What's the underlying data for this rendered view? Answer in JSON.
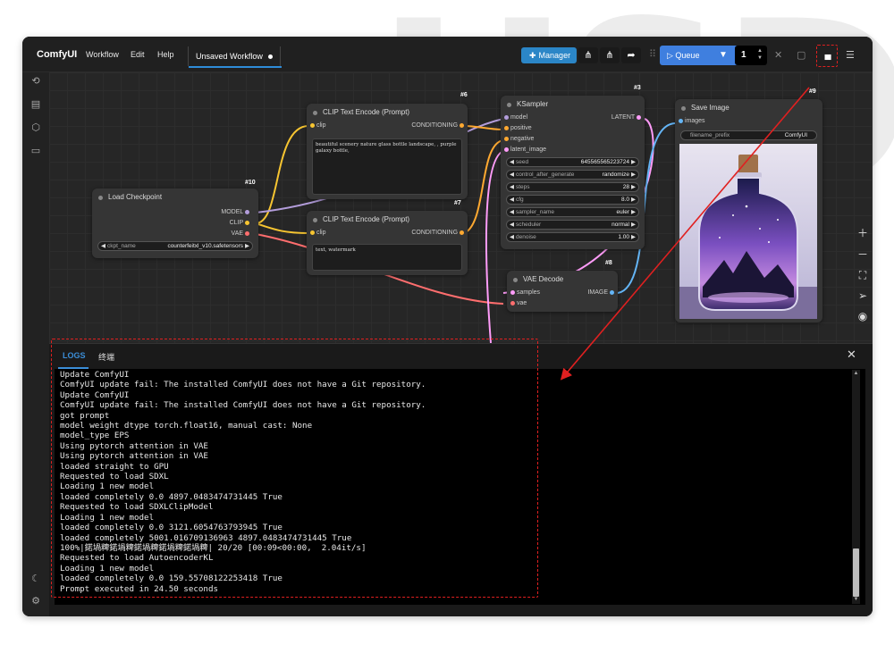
{
  "app": {
    "brand": "ComfyUI",
    "menu": [
      "Workflow",
      "Edit",
      "Help"
    ],
    "workflow_tab": "Unsaved Workflow"
  },
  "toolbar": {
    "manager_label": "Manager",
    "queue_label": "Queue",
    "queue_count": "1"
  },
  "nodes": {
    "load_checkpoint": {
      "title": "Load Checkpoint",
      "id": "#10",
      "outputs": [
        "MODEL",
        "CLIP",
        "VAE"
      ],
      "ckpt_label": "ckpt_name",
      "ckpt_value": "counterfeitxl_v10.safetensors"
    },
    "clip_pos": {
      "title": "CLIP Text Encode (Prompt)",
      "id": "#6",
      "input": "clip",
      "output": "CONDITIONING",
      "text": "beautiful scenery nature glass bottle landscape, , purple galaxy bottle,"
    },
    "clip_neg": {
      "title": "CLIP Text Encode (Prompt)",
      "id": "#7",
      "input": "clip",
      "output": "CONDITIONING",
      "text": "text, watermark"
    },
    "ksampler": {
      "title": "KSampler",
      "id": "#3",
      "inputs": [
        "model",
        "positive",
        "negative",
        "latent_image"
      ],
      "output": "LATENT",
      "widgets": [
        {
          "label": "seed",
          "value": "645565565223724"
        },
        {
          "label": "control_after_generate",
          "value": "randomize"
        },
        {
          "label": "steps",
          "value": "28"
        },
        {
          "label": "cfg",
          "value": "8.0"
        },
        {
          "label": "sampler_name",
          "value": "euler"
        },
        {
          "label": "scheduler",
          "value": "normal"
        },
        {
          "label": "denoise",
          "value": "1.00"
        }
      ]
    },
    "vae_decode": {
      "title": "VAE Decode",
      "id": "#8",
      "inputs": [
        "samples",
        "vae"
      ],
      "output": "IMAGE"
    },
    "save_image": {
      "title": "Save Image",
      "id": "#9",
      "input": "images",
      "prefix_label": "filename_prefix",
      "prefix_value": "ComfyUI"
    }
  },
  "bottom_panel": {
    "tabs": [
      "LOGS",
      "终端"
    ],
    "log_lines": [
      "Update ComfyUI",
      "ComfyUI update fail: The installed ComfyUI does not have a Git repository.",
      "Update ComfyUI",
      "ComfyUI update fail: The installed ComfyUI does not have a Git repository.",
      "got prompt",
      "model weight dtype torch.float16, manual cast: None",
      "model_type EPS",
      "Using pytorch attention in VAE",
      "Using pytorch attention in VAE",
      "loaded straight to GPU",
      "Requested to load SDXL",
      "Loading 1 new model",
      "loaded completely 0.0 4897.0483474731445 True",
      "Requested to load SDXLClipModel",
      "Loading 1 new model",
      "loaded completely 0.0 3121.6054763793945 True",
      "loaded completely 5001.016709136963 4897.0483474731445 True",
      "100%|鍩堝粺鍩堝粺鍩堝粺鍩堝粺鍩堝粺| 20/20 [00:09<00:00,  2.04it/s]",
      "Requested to load AutoencoderKL",
      "Loading 1 new model",
      "loaded completely 0.0 159.55708122253418 True",
      "Prompt executed in 24.50 seconds"
    ]
  },
  "colors": {
    "accent": "#2e8cd8",
    "highlight_annotation": "#e02020",
    "link_clip": "#f7c531",
    "link_model": "#b39ddb",
    "link_conditioning": "#ffa931",
    "link_latent": "#ff9cf9",
    "link_vae": "#ff6e6e",
    "link_image": "#64b5f6"
  }
}
